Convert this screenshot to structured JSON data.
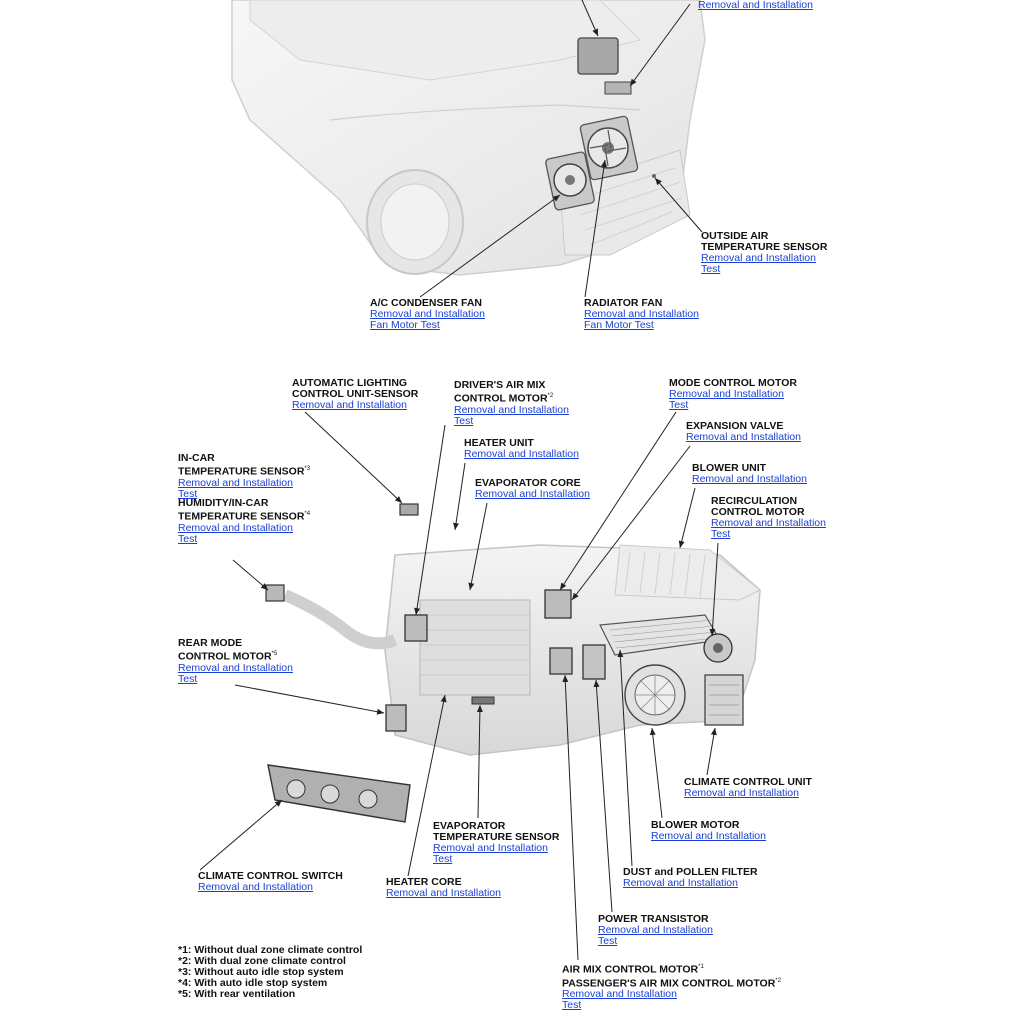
{
  "top_link": "Removal and Installation",
  "callouts": {
    "outside_air": {
      "title": "OUTSIDE AIR\nTEMPERATURE SENSOR",
      "sup": "",
      "links": [
        "Removal and Installation",
        "Test"
      ]
    },
    "ac_condenser_fan": {
      "title": "A/C CONDENSER FAN",
      "sup": "",
      "links": [
        "Removal and Installation",
        "Fan Motor Test"
      ]
    },
    "radiator_fan": {
      "title": "RADIATOR FAN",
      "sup": "",
      "links": [
        "Removal and Installation",
        "Fan Motor Test"
      ]
    },
    "auto_lighting": {
      "title": "AUTOMATIC LIGHTING\nCONTROL UNIT-SENSOR",
      "sup": "",
      "links": [
        "Removal and Installation"
      ]
    },
    "drivers_air_mix": {
      "title": "DRIVER'S AIR MIX\nCONTROL MOTOR",
      "sup": "*2",
      "links": [
        "Removal and Installation",
        "Test"
      ]
    },
    "mode_control": {
      "title": "MODE CONTROL MOTOR",
      "sup": "",
      "links": [
        "Removal and Installation",
        "Test"
      ]
    },
    "heater_unit": {
      "title": "HEATER UNIT",
      "sup": "",
      "links": [
        "Removal and Installation"
      ]
    },
    "expansion_valve": {
      "title": "EXPANSION VALVE",
      "sup": "",
      "links": [
        "Removal and Installation"
      ]
    },
    "in_car_temp": {
      "title": "IN-CAR\nTEMPERATURE SENSOR",
      "sup": "*3",
      "links": [
        "Removal and Installation",
        "Test"
      ]
    },
    "blower_unit": {
      "title": "BLOWER UNIT",
      "sup": "",
      "links": [
        "Removal and Installation"
      ]
    },
    "evaporator_core": {
      "title": "EVAPORATOR CORE",
      "sup": "",
      "links": [
        "Removal and Installation"
      ]
    },
    "humidity": {
      "title": "HUMIDITY/IN-CAR\nTEMPERATURE SENSOR",
      "sup": "*4",
      "links": [
        "Removal and Installation",
        "Test"
      ]
    },
    "recirculation": {
      "title": "RECIRCULATION\nCONTROL MOTOR",
      "sup": "",
      "links": [
        "Removal and Installation",
        "Test"
      ]
    },
    "rear_mode": {
      "title": "REAR MODE\nCONTROL MOTOR",
      "sup": "*5",
      "links": [
        "Removal and Installation",
        "Test"
      ]
    },
    "climate_control_unit": {
      "title": "CLIMATE CONTROL UNIT",
      "sup": "",
      "links": [
        "Removal and Installation"
      ]
    },
    "blower_motor": {
      "title": "BLOWER MOTOR",
      "sup": "",
      "links": [
        "Removal and Installation"
      ]
    },
    "evap_temp_sensor": {
      "title": "EVAPORATOR\nTEMPERATURE SENSOR",
      "sup": "",
      "links": [
        "Removal and Installation",
        "Test"
      ]
    },
    "dust_filter": {
      "title": "DUST and POLLEN FILTER",
      "sup": "",
      "links": [
        "Removal and Installation"
      ]
    },
    "climate_switch": {
      "title": "CLIMATE CONTROL SWITCH",
      "sup": "",
      "links": [
        "Removal and Installation"
      ]
    },
    "heater_core": {
      "title": "HEATER CORE",
      "sup": "",
      "links": [
        "Removal and Installation"
      ]
    },
    "power_transistor": {
      "title": "POWER TRANSISTOR",
      "sup": "",
      "links": [
        "Removal and Installation",
        "Test"
      ]
    },
    "air_mix": {
      "title": "AIR MIX CONTROL MOTOR",
      "sup": "*1",
      "title2": "PASSENGER'S AIR MIX CONTROL MOTOR",
      "sup2": "*2",
      "links": [
        "Removal and Installation",
        "Test"
      ]
    }
  },
  "footnotes": [
    "*1: Without dual zone climate control",
    "*2: With dual zone climate control",
    "*3: Without auto idle stop system",
    "*4: With auto idle stop system",
    "*5: With rear ventilation"
  ]
}
